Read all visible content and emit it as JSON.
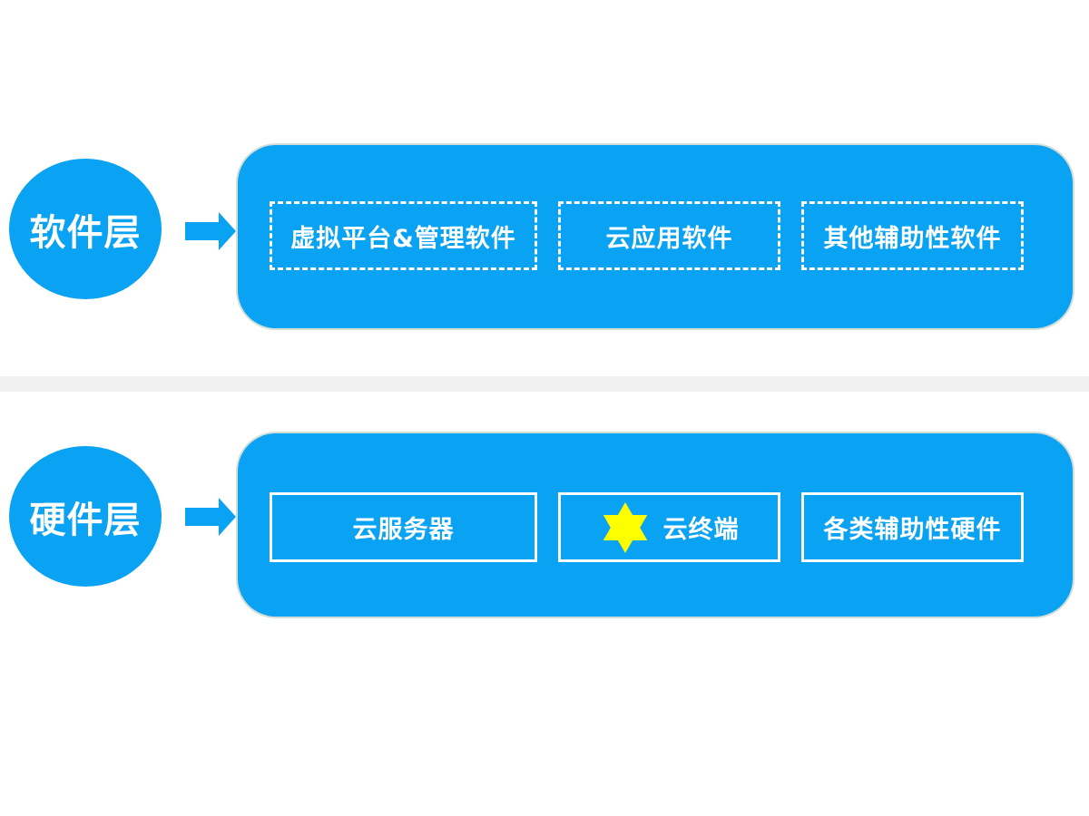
{
  "colors": {
    "accent_blue": "#0aa2f2",
    "star_yellow": "#fdff00",
    "divider_gray": "#f1f1f1",
    "text_white": "#ffffff"
  },
  "software_layer": {
    "label": "软件层",
    "items": [
      {
        "label": "虚拟平台&管理软件",
        "border": "dashed"
      },
      {
        "label": "云应用软件",
        "border": "dashed"
      },
      {
        "label": "其他辅助性软件",
        "border": "dashed"
      }
    ]
  },
  "hardware_layer": {
    "label": "硬件层",
    "items": [
      {
        "label": "云服务器",
        "border": "solid"
      },
      {
        "label": "云终端",
        "border": "solid",
        "icon": "six-pointed-star"
      },
      {
        "label": "各类辅助性硬件",
        "border": "solid"
      }
    ]
  }
}
